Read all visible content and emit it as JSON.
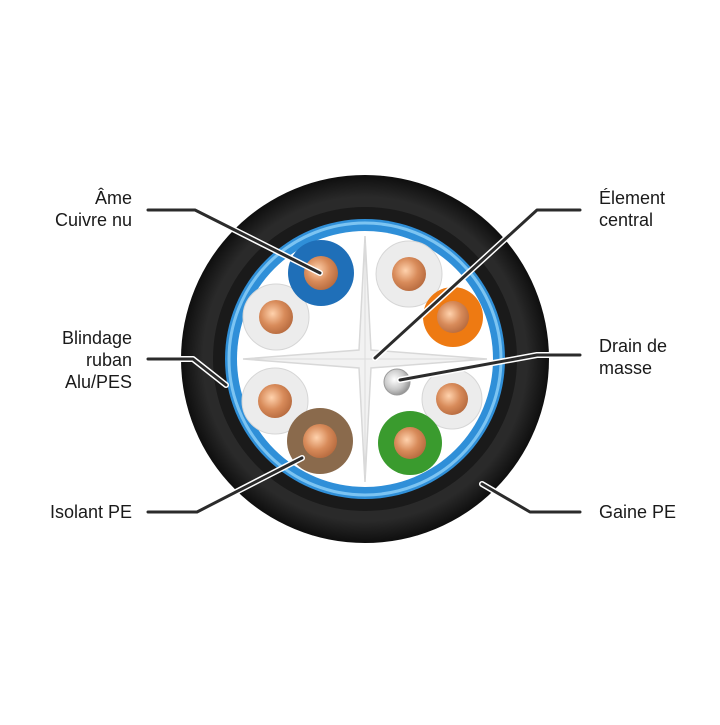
{
  "labels": {
    "ame": [
      "Âme",
      "Cuivre nu"
    ],
    "blindage": [
      "Blindage",
      "ruban",
      "Alu/PES"
    ],
    "isolant": [
      "Isolant PE"
    ],
    "element_central": [
      "Élement",
      "central"
    ],
    "drain": [
      "Drain de",
      "masse"
    ],
    "gaine": [
      "Gaine PE"
    ]
  },
  "colors": {
    "sheath": "#1c1c1c",
    "shield": "#2f8fd8",
    "core_bg": "#ffffff",
    "copper": "#d88b5a",
    "pair_blue": "#1f6fb8",
    "pair_orange": "#ee7a12",
    "pair_green": "#3a9b2e",
    "pair_brown": "#8a6a4c",
    "insulation_white": "#ececec",
    "drain": "#bfbfbf",
    "leader": "#2b2b2b"
  }
}
